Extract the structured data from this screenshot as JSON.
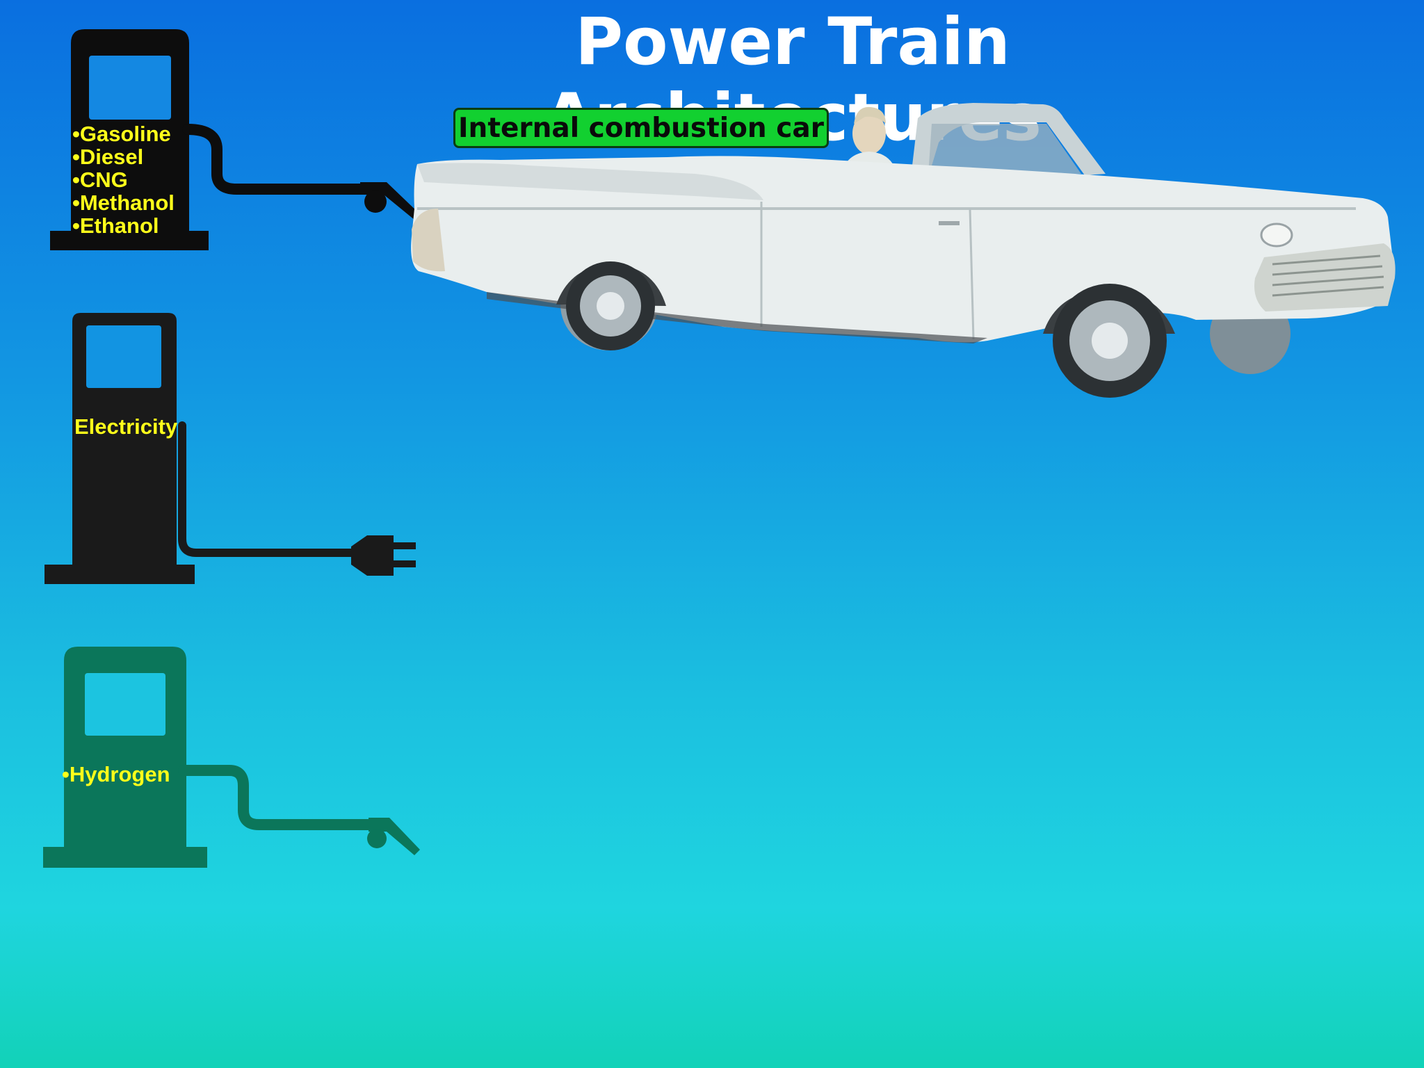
{
  "title": "Power Train Architectures",
  "pumps": {
    "fuel": {
      "items": [
        "•Gasoline",
        "•Diesel",
        "•CNG",
        "•Methanol",
        "•Ethanol"
      ],
      "color": "#0d0d0d",
      "nozzle_icon": "fuel-nozzle-icon"
    },
    "electric": {
      "label": "Electricity",
      "color": "#1a1a1a",
      "connector_icon": "electric-plug-icon"
    },
    "hydrogen": {
      "label": "•Hydrogen",
      "color": "#0b765a",
      "nozzle_icon": "hydrogen-nozzle-icon"
    }
  },
  "car": {
    "label": "Internal combustion car",
    "label_color": "#12d030",
    "image": "white-convertible-car-illustration"
  },
  "colors": {
    "label_text": "#ffff1a",
    "title_text": "#ffffff"
  }
}
